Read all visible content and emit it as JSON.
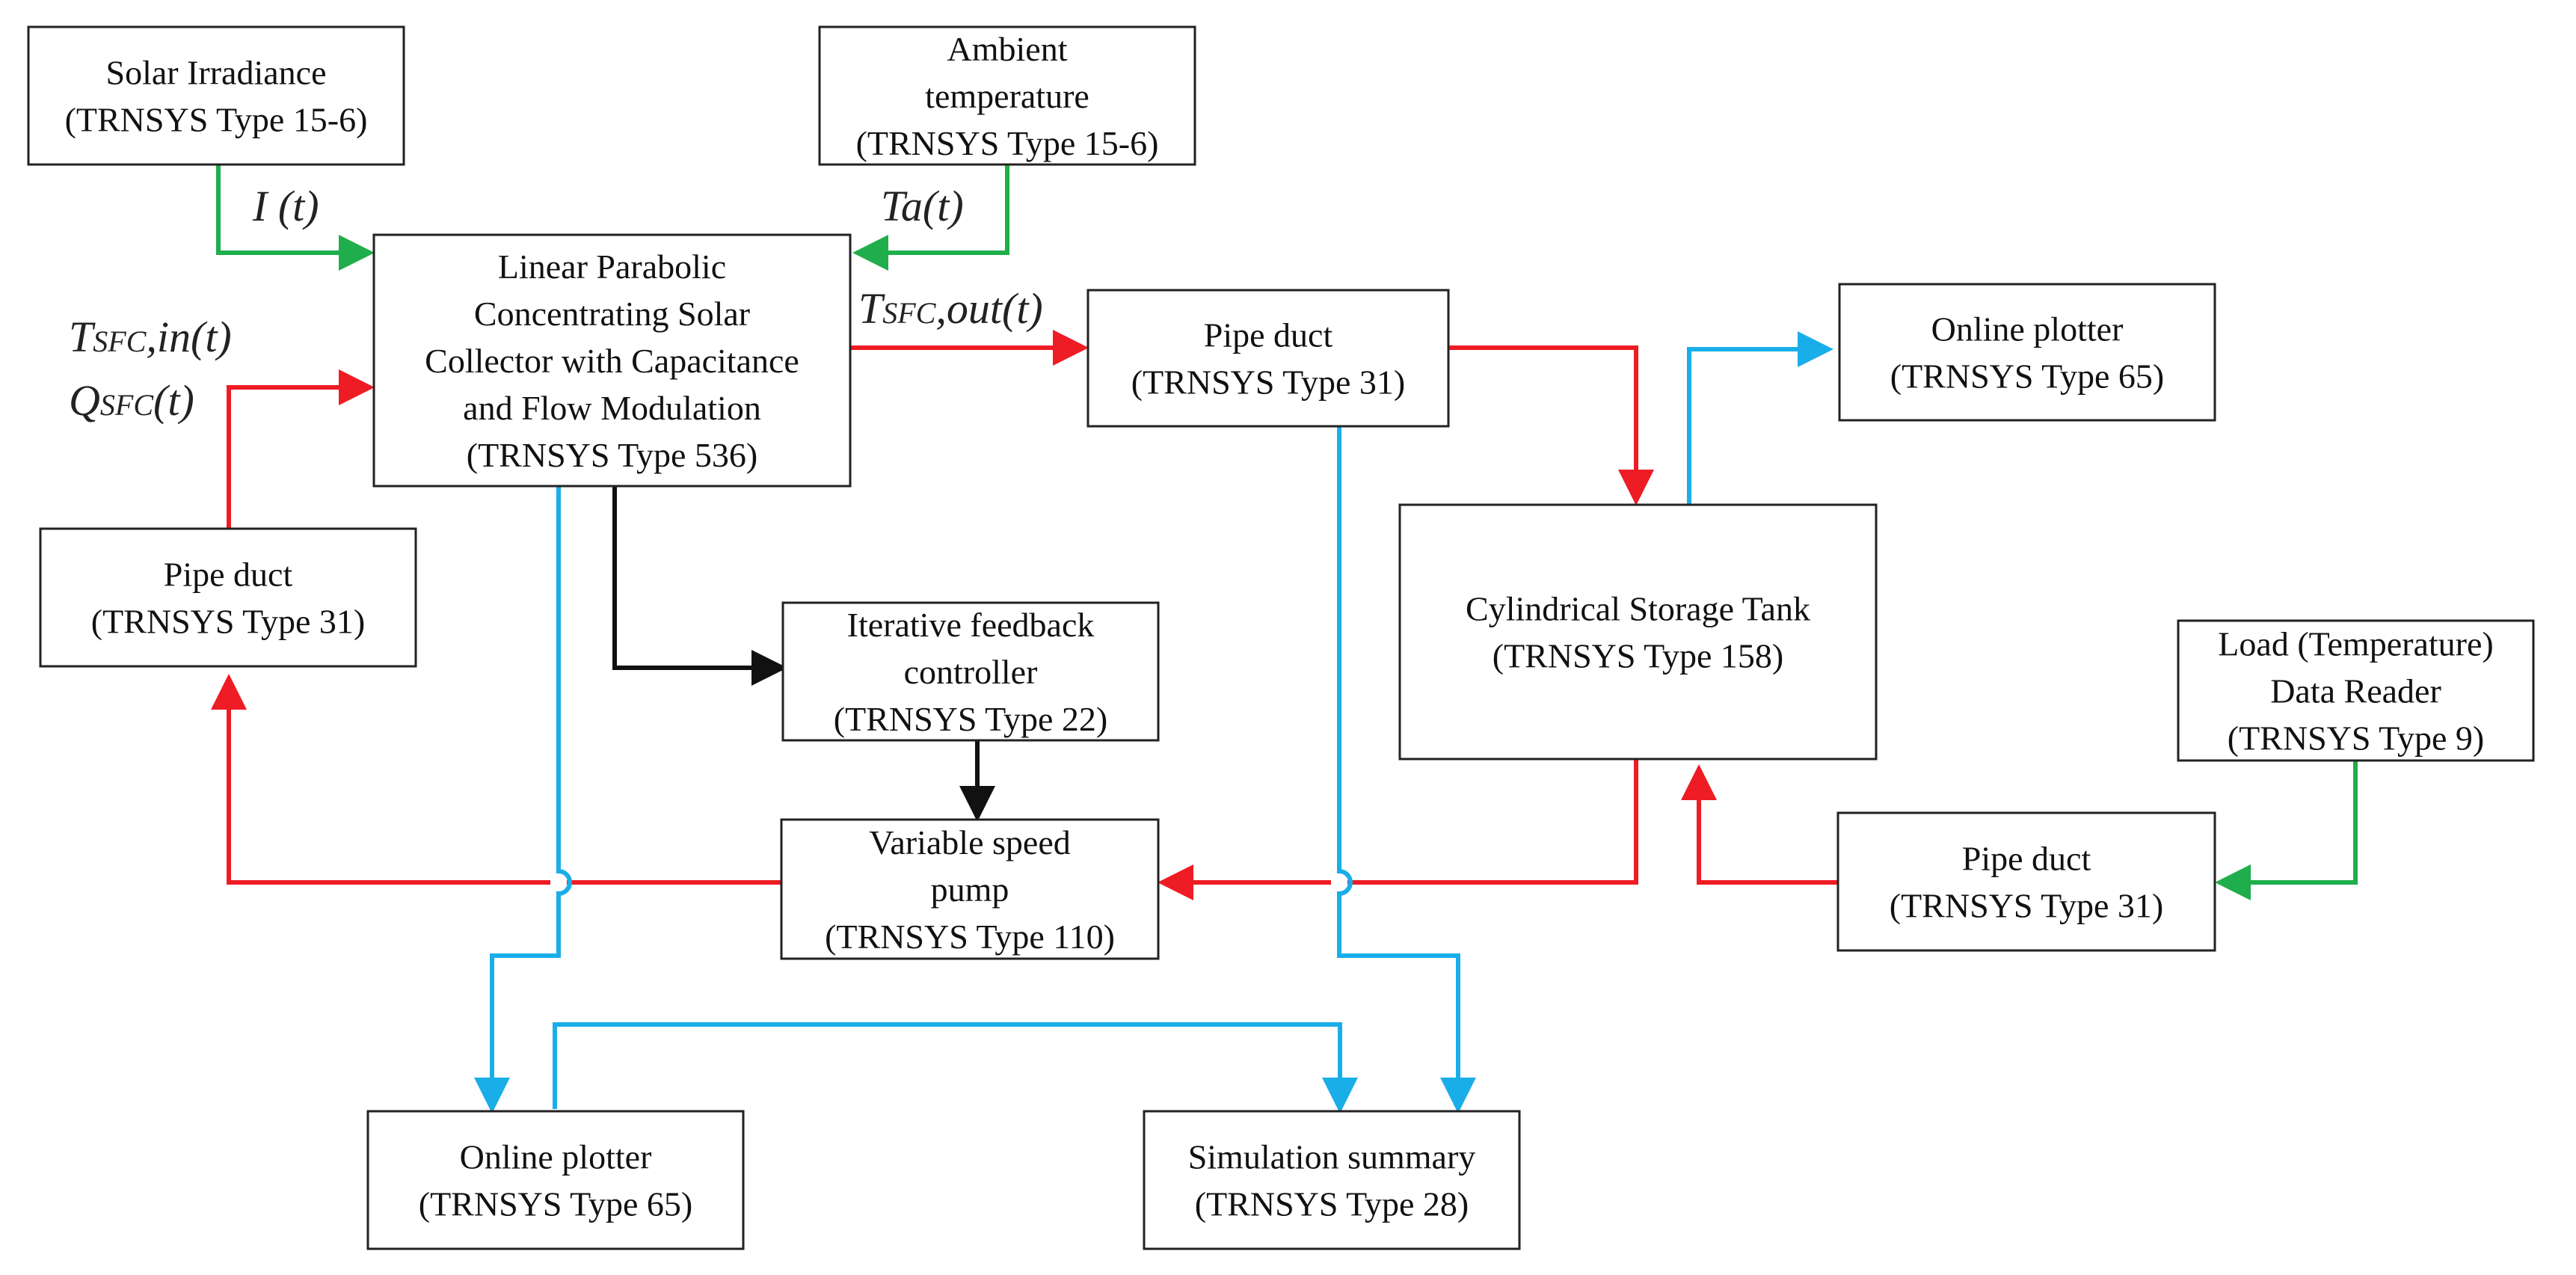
{
  "colors": {
    "thermal": "#ee1c24",
    "data": "#1aaee9",
    "weather": "#1fae4b",
    "control": "#111111"
  },
  "nodes": {
    "solar_irradiance": {
      "lines": [
        "Solar Irradiance",
        "(TRNSYS Type 15-6)"
      ]
    },
    "ambient_temperature": {
      "lines": [
        "Ambient",
        "temperature",
        "(TRNSYS Type 15-6)"
      ]
    },
    "collector": {
      "lines": [
        "Linear Parabolic",
        "Concentrating Solar",
        "Collector with Capacitance",
        "and Flow Modulation",
        "(TRNSYS Type 536)"
      ]
    },
    "pipe_duct_top": {
      "lines": [
        "Pipe duct",
        "(TRNSYS Type 31)"
      ]
    },
    "plotter_right": {
      "lines": [
        "Online plotter",
        "(TRNSYS Type 65)"
      ]
    },
    "pipe_duct_left": {
      "lines": [
        "Pipe duct",
        "(TRNSYS Type 31)"
      ]
    },
    "feedback_controller": {
      "lines": [
        "Iterative feedback",
        "controller",
        "(TRNSYS Type 22)"
      ]
    },
    "storage_tank": {
      "lines": [
        "Cylindrical Storage Tank",
        "(TRNSYS Type 158)"
      ]
    },
    "load_reader": {
      "lines": [
        "Load (Temperature)",
        "Data Reader",
        "(TRNSYS Type 9)"
      ]
    },
    "pump": {
      "lines": [
        "Variable speed",
        "pump",
        "(TRNSYS Type 110)"
      ]
    },
    "pipe_duct_right": {
      "lines": [
        "Pipe duct",
        "(TRNSYS Type 31)"
      ]
    },
    "plotter_bottom": {
      "lines": [
        "Online plotter",
        "(TRNSYS Type 65)"
      ]
    },
    "simulation_summary": {
      "lines": [
        "Simulation summary",
        "(TRNSYS Type 28)"
      ]
    }
  },
  "signals": {
    "irradiance": {
      "main": "I (t)",
      "sub": "",
      "tail": ""
    },
    "ambient": {
      "main": "Ta(t)",
      "sub": "",
      "tail": ""
    },
    "inlet_temp": {
      "main": "T",
      "sub": "SFC",
      "tail": ",in(t)"
    },
    "flow_rate": {
      "main": "Q",
      "sub": "SFC",
      "tail": "(t)"
    },
    "outlet_temp": {
      "main": "T",
      "sub": "SFC",
      "tail": ",out(t)"
    }
  }
}
